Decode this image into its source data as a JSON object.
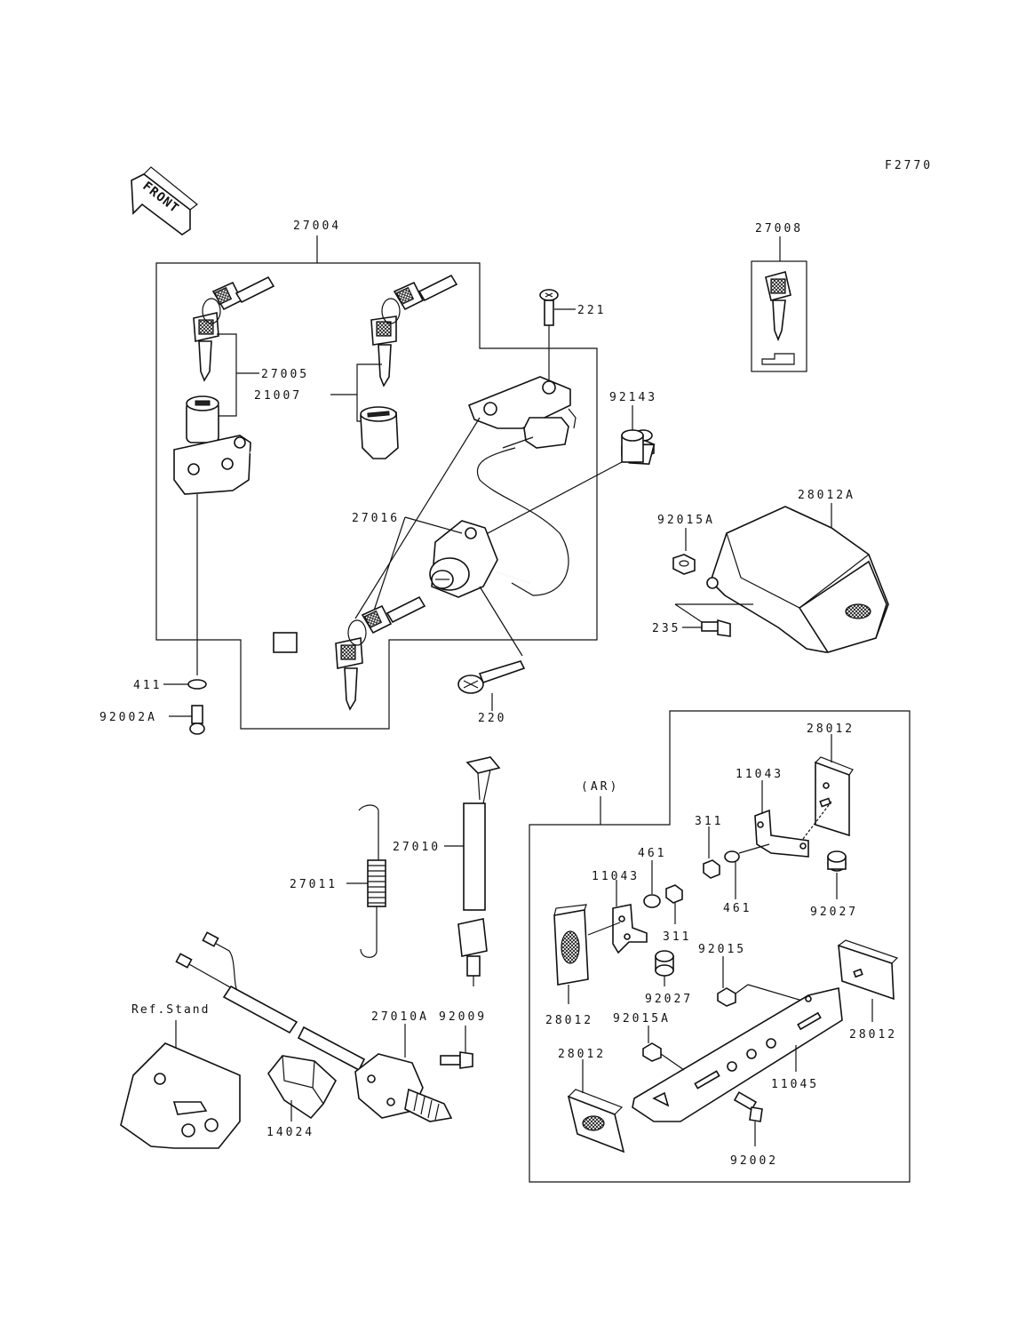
{
  "figure": {
    "code": "F2770",
    "front_arrow": "FRONT",
    "labels": {
      "p27004": "27004",
      "p27005": "27005",
      "p21007": "21007",
      "p221": "221",
      "p92143": "92143",
      "p27016": "27016",
      "p27008": "27008",
      "p28012A": "28012A",
      "p92015A_top": "92015A",
      "p235": "235",
      "p411": "411",
      "p92002A": "92002A",
      "p220": "220",
      "p27010": "27010",
      "p27011": "27011",
      "ref_stand": "Ref.Stand",
      "p14024": "14024",
      "p27010A": "27010A",
      "p92009": "92009",
      "ar": "(AR)",
      "p28012_top": "28012",
      "p11043_top": "11043",
      "p311_top": "311",
      "p461_top": "461",
      "p11043_left": "11043",
      "p461_mid": "461",
      "p311_mid": "311",
      "p92027_right": "92027",
      "p92015": "92015",
      "p28012_left": "28012",
      "p92027_mid": "92027",
      "p28012_right": "28012",
      "p92015A_bottom": "92015A",
      "p28012_bottom": "28012",
      "p11045": "11045",
      "p92002": "92002"
    }
  }
}
